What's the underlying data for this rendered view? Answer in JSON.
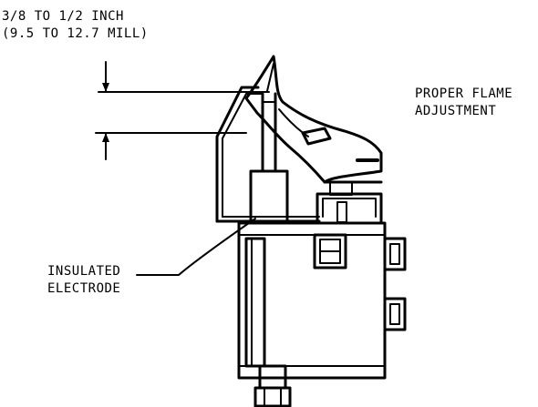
{
  "labels": {
    "gap_line1": "3/8 TO 1/2 INCH",
    "gap_line2": "(9.5 TO 12.7 MILL)",
    "flame_line1": "PROPER FLAME",
    "flame_line2": "ADJUSTMENT",
    "electrode_line1": "INSULATED",
    "electrode_line2": "ELECTRODE"
  },
  "colors": {
    "ink": "#000000",
    "background": "#ffffff"
  }
}
